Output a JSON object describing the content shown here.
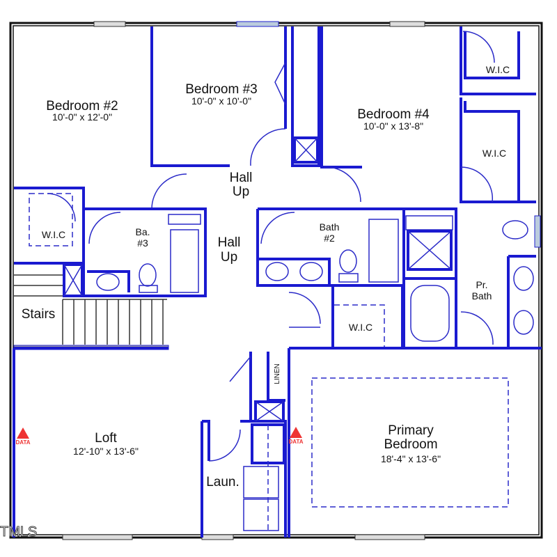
{
  "rooms": {
    "bedroom2": {
      "name": "Bedroom #2",
      "size": "10'-0\" x 12'-0\""
    },
    "bedroom3": {
      "name": "Bedroom #3",
      "size": "10'-0\" x 10'-0\""
    },
    "bedroom4": {
      "name": "Bedroom #4",
      "size": "10'-0\" x 13'-8\""
    },
    "wic_top_right": "W.I.C",
    "wic_right": "W.I.C",
    "wic_left": "W.I.C",
    "wic_primary": "W.I.C",
    "hall1": {
      "line1": "Hall",
      "line2": "Up"
    },
    "hall2": {
      "line1": "Hall",
      "line2": "Up"
    },
    "bath3": {
      "line1": "Ba.",
      "line2": "#3"
    },
    "bath2": {
      "line1": "Bath",
      "line2": "#2"
    },
    "primary_bath": {
      "line1": "Pr.",
      "line2": "Bath"
    },
    "stairs": "Stairs",
    "linen": "LINEN",
    "loft": {
      "name": "Loft",
      "size": "12'-10\" x 13'-6\""
    },
    "laundry": "Laun.",
    "primary_bedroom": {
      "line1": "Primary",
      "line2": "Bedroom",
      "size": "18'-4\" x 13'-6\""
    }
  },
  "markers": [
    "DATA",
    "DATA"
  ],
  "watermark": "TMLS",
  "colors": {
    "walls": "#1a1ad0",
    "exterior": "#111111",
    "marker": "#ee3333"
  }
}
